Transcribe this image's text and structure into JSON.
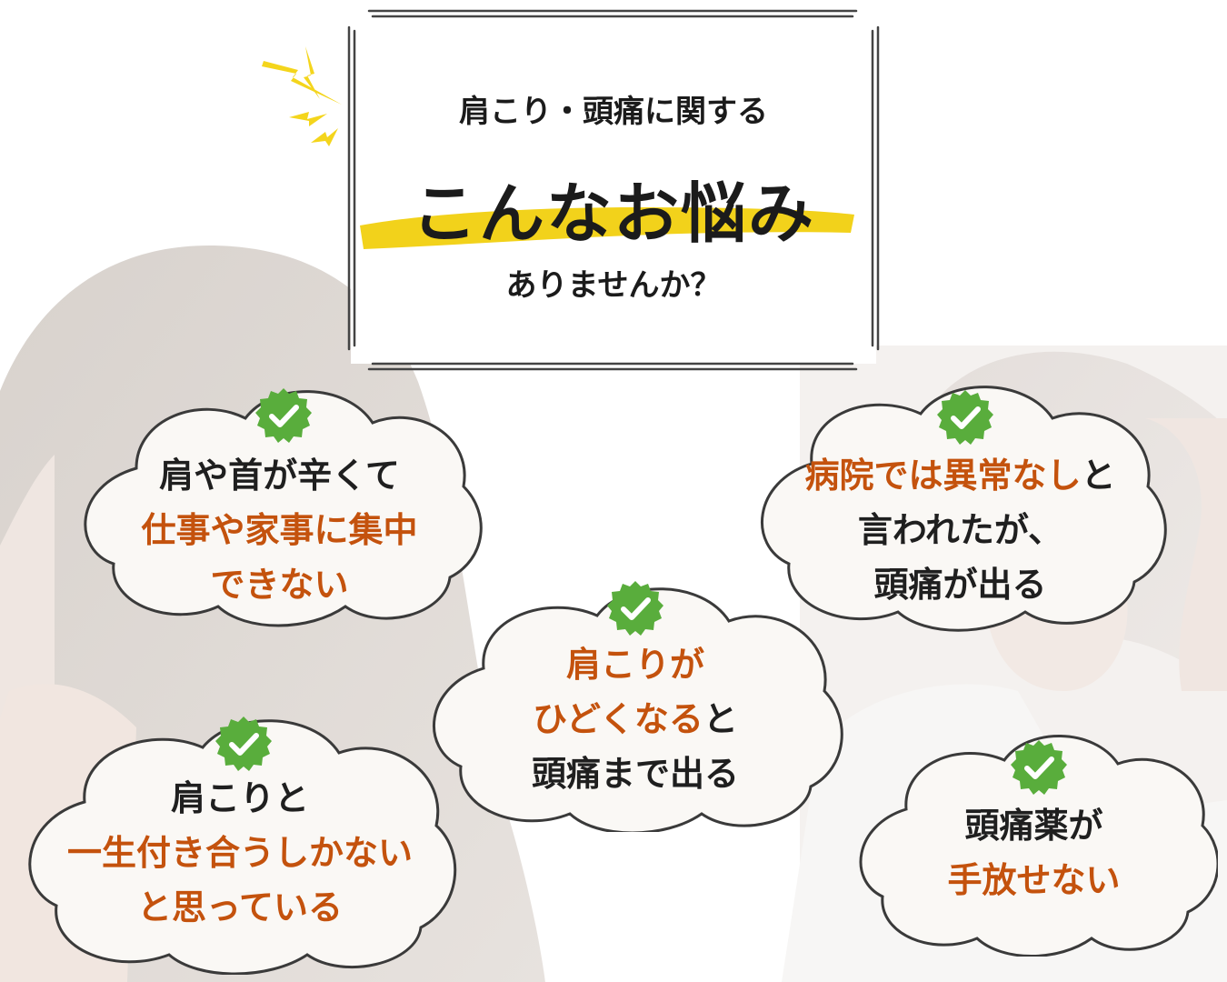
{
  "headline": {
    "line1": "肩こり・頭痛に関する",
    "line2": "こんなお悩み",
    "line3": "ありませんか？"
  },
  "colors": {
    "accent_text": "#c4520d",
    "marker_yellow": "#f2d21b",
    "check_green": "#59ad3c",
    "cloud_fill": "#faf8f5",
    "outline": "#3a3a3a"
  },
  "icons": {
    "check": "check-badge-icon",
    "lightning": "lightning-bolt-icon"
  },
  "concerns": [
    {
      "line1": "肩や首が辛くて",
      "line2": "仕事や家事に集中",
      "line3": "できない"
    },
    {
      "line1a": "病院では異常なし",
      "line1b": "と",
      "line2": "言われたが、",
      "line3": "頭痛が出る"
    },
    {
      "line1": "肩こりが",
      "line2a": "ひどくなる",
      "line2b": "と",
      "line3": "頭痛まで出る"
    },
    {
      "line1": "肩こりと",
      "line2": "一生付き合うしかない",
      "line3": "と思っている"
    },
    {
      "line1": "頭痛薬が",
      "line2": "手放せない"
    }
  ]
}
